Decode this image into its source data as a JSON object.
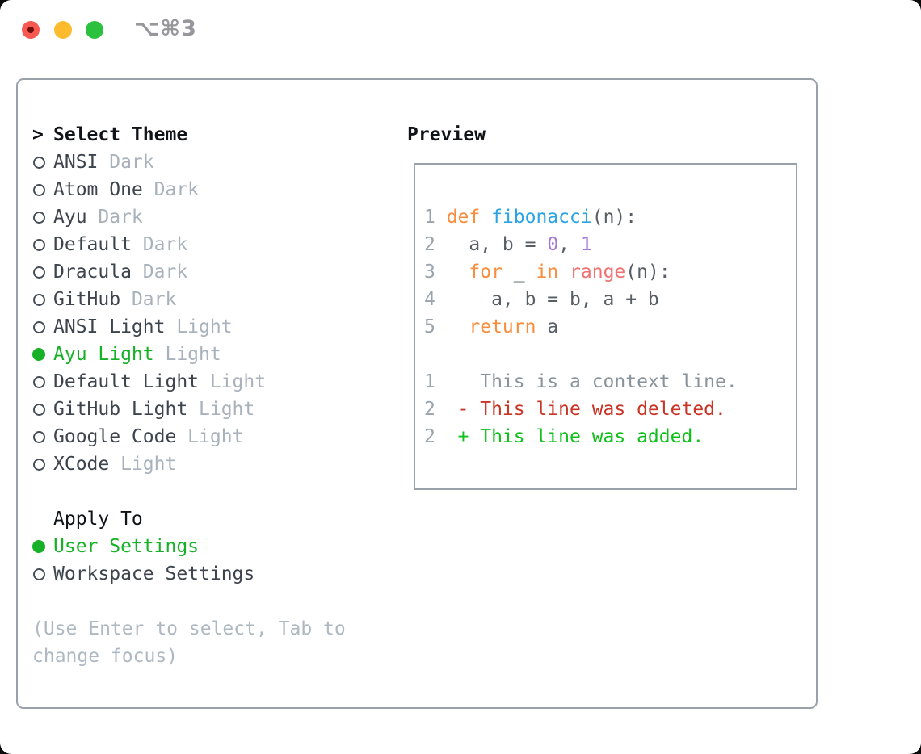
{
  "window": {
    "title": "⌥⌘3",
    "traffic_lights": [
      {
        "name": "close",
        "color": "#f85950"
      },
      {
        "name": "minimize",
        "color": "#fcbb2d"
      },
      {
        "name": "zoom",
        "color": "#2bc13f"
      }
    ]
  },
  "theme_panel": {
    "header": "Select Theme",
    "prompt": ">",
    "items": [
      {
        "name": "ANSI",
        "variant": "Dark",
        "selected": false
      },
      {
        "name": "Atom One",
        "variant": "Dark",
        "selected": false
      },
      {
        "name": "Ayu",
        "variant": "Dark",
        "selected": false
      },
      {
        "name": "Default",
        "variant": "Dark",
        "selected": false
      },
      {
        "name": "Dracula",
        "variant": "Dark",
        "selected": false
      },
      {
        "name": "GitHub",
        "variant": "Dark",
        "selected": false
      },
      {
        "name": "ANSI Light",
        "variant": "Light",
        "selected": false
      },
      {
        "name": "Ayu Light",
        "variant": "Light",
        "selected": true
      },
      {
        "name": "Default Light",
        "variant": "Light",
        "selected": false
      },
      {
        "name": "GitHub Light",
        "variant": "Light",
        "selected": false
      },
      {
        "name": "Google Code",
        "variant": "Light",
        "selected": false
      },
      {
        "name": "XCode",
        "variant": "Light",
        "selected": false
      }
    ],
    "apply": {
      "header": "Apply To",
      "options": [
        {
          "label": "User Settings",
          "selected": true
        },
        {
          "label": "Workspace Settings",
          "selected": false
        }
      ]
    },
    "hint": "(Use Enter to select, Tab to change focus)"
  },
  "preview": {
    "header": "Preview",
    "lines": [
      {
        "kind": "code",
        "num": "1",
        "segments": [
          {
            "t": "def",
            "c": "keyword"
          },
          {
            "t": " ",
            "c": "default"
          },
          {
            "t": "fibonacci",
            "c": "function"
          },
          {
            "t": "(n):",
            "c": "default"
          }
        ]
      },
      {
        "kind": "code",
        "num": "2",
        "segments": [
          {
            "t": "  a, b = ",
            "c": "default"
          },
          {
            "t": "0",
            "c": "number"
          },
          {
            "t": ", ",
            "c": "default"
          },
          {
            "t": "1",
            "c": "number"
          }
        ]
      },
      {
        "kind": "code",
        "num": "3",
        "segments": [
          {
            "t": "  ",
            "c": "default"
          },
          {
            "t": "for",
            "c": "keyword"
          },
          {
            "t": " _ ",
            "c": "default"
          },
          {
            "t": "in",
            "c": "keyword"
          },
          {
            "t": " ",
            "c": "default"
          },
          {
            "t": "range",
            "c": "call"
          },
          {
            "t": "(n):",
            "c": "default"
          }
        ]
      },
      {
        "kind": "code",
        "num": "4",
        "segments": [
          {
            "t": "    a, b = b, a + b",
            "c": "default"
          }
        ]
      },
      {
        "kind": "code",
        "num": "5",
        "segments": [
          {
            "t": "  ",
            "c": "default"
          },
          {
            "t": "return",
            "c": "keyword"
          },
          {
            "t": " a",
            "c": "default"
          }
        ]
      },
      {
        "kind": "blank",
        "num": "",
        "segments": []
      },
      {
        "kind": "context",
        "num": "1",
        "segments": [
          {
            "t": "   This is a context line.",
            "c": "context"
          }
        ]
      },
      {
        "kind": "deleted",
        "num": "2",
        "segments": [
          {
            "t": " - This line was deleted.",
            "c": "deleted"
          }
        ]
      },
      {
        "kind": "added",
        "num": "2",
        "segments": [
          {
            "t": " + This line was added.",
            "c": "added"
          }
        ]
      }
    ]
  },
  "colors": {
    "selected": "#16b127",
    "keyword": "#f98d3d",
    "function": "#2ba4e4",
    "call": "#f07171",
    "number": "#a478d4",
    "codetext": "#575e66",
    "lineno": "#99a3ad",
    "context": "#8a939b",
    "deleted": "#c93426",
    "added": "#0fbf1a"
  }
}
